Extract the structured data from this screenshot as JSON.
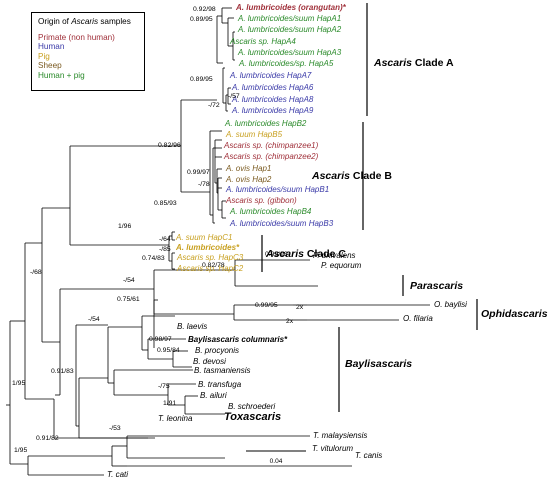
{
  "legend": {
    "title_pre": "Origin of ",
    "title_italic": "Ascaris",
    "title_post": " samples",
    "items": [
      {
        "label": "Primate (non human)",
        "color": "#a0303a"
      },
      {
        "label": "Human",
        "color": "#3a3aa8"
      },
      {
        "label": "Pig",
        "color": "#c8a020"
      },
      {
        "label": "Sheep",
        "color": "#7a5a20"
      },
      {
        "label": "Human + pig",
        "color": "#2a8a2a"
      }
    ]
  },
  "colors": {
    "primate": "#a0303a",
    "human": "#3a3aa8",
    "pig": "#c8a020",
    "sheep": "#7a5a20",
    "human_pig": "#2a8a2a",
    "default": "#000000"
  },
  "taxa": [
    {
      "id": "t_orang",
      "label": "A. lumbricoides (orangutan)*",
      "color": "primate",
      "bold": true
    },
    {
      "id": "t_a1",
      "label": "A. lumbricoides/suum HapA1",
      "color": "human_pig"
    },
    {
      "id": "t_a2",
      "label": "A. lumbricoides/suum HapA2",
      "color": "human_pig"
    },
    {
      "id": "t_a4",
      "label": "Ascaris sp. HapA4",
      "color": "human_pig"
    },
    {
      "id": "t_a3",
      "label": "A. lumbricoides/suum HapA3",
      "color": "human_pig"
    },
    {
      "id": "t_a5",
      "label": "A. lumbricoides/sp. HapA5",
      "color": "human_pig"
    },
    {
      "id": "t_a7",
      "label": "A. lumbricoides HapA7",
      "color": "human"
    },
    {
      "id": "t_a6",
      "label": "A. lumbricoides HapA6",
      "color": "human"
    },
    {
      "id": "t_a8",
      "label": "A. lumbricoides HapA8",
      "color": "human"
    },
    {
      "id": "t_a9",
      "label": "A. lumbricoides HapA9",
      "color": "human"
    },
    {
      "id": "t_b2",
      "label": "A. lumbricoides HapB2",
      "color": "human_pig"
    },
    {
      "id": "t_b5",
      "label": "A. suum HapB5",
      "color": "pig"
    },
    {
      "id": "t_ch1",
      "label": "Ascaris sp. (chimpanzee1)",
      "color": "primate"
    },
    {
      "id": "t_ch2",
      "label": "Ascaris sp. (chimpanzee2)",
      "color": "primate"
    },
    {
      "id": "t_ov1",
      "label": "A. ovis Hap1",
      "color": "sheep"
    },
    {
      "id": "t_ov2",
      "label": "A. ovis Hap2",
      "color": "sheep"
    },
    {
      "id": "t_b1",
      "label": "A. lumbricoides/suum HapB1",
      "color": "human"
    },
    {
      "id": "t_gib",
      "label": "Ascaris sp. (gibbon)",
      "color": "primate"
    },
    {
      "id": "t_b4",
      "label": "A. lumbricoides HapB4",
      "color": "human_pig"
    },
    {
      "id": "t_b3",
      "label": "A. lumbricoides/suum HapB3",
      "color": "human"
    },
    {
      "id": "t_c1",
      "label": "A. suum HapC1",
      "color": "pig"
    },
    {
      "id": "t_lumstar",
      "label": "A. lumbricoides*",
      "color": "pig",
      "bold": true
    },
    {
      "id": "t_c3",
      "label": "Ascaris sp. HapC3",
      "color": "pig"
    },
    {
      "id": "t_c2",
      "label": "Ascaris sp. HapC2",
      "color": "pig"
    },
    {
      "id": "t_puni",
      "label": "P. univalens",
      "color": "default"
    },
    {
      "id": "t_peq",
      "label": "P. equorum",
      "color": "default"
    },
    {
      "id": "t_obay",
      "label": "O. baylisi",
      "color": "default"
    },
    {
      "id": "t_ofil",
      "label": "O. filaria",
      "color": "default"
    },
    {
      "id": "t_blae",
      "label": "B. laevis",
      "color": "default"
    },
    {
      "id": "t_bcol",
      "label": "Baylisascaris columnaris*",
      "color": "default",
      "bold": true
    },
    {
      "id": "t_bpro",
      "label": "B. procyonis",
      "color": "default"
    },
    {
      "id": "t_bdev",
      "label": "B. devosi",
      "color": "default"
    },
    {
      "id": "t_btas",
      "label": "B. tasmaniensis",
      "color": "default"
    },
    {
      "id": "t_btra",
      "label": "B. transfuga",
      "color": "default"
    },
    {
      "id": "t_bail",
      "label": "B. ailuri",
      "color": "default"
    },
    {
      "id": "t_bsch",
      "label": "B. schroederi",
      "color": "default"
    },
    {
      "id": "t_tleo",
      "label": "T. leonina",
      "color": "default"
    },
    {
      "id": "t_tmal",
      "label": "T. malaysiensis",
      "color": "default"
    },
    {
      "id": "t_tvit",
      "label": "T. vitulorum",
      "color": "default"
    },
    {
      "id": "t_tcan",
      "label": "T. canis",
      "color": "default"
    },
    {
      "id": "t_tcat",
      "label": "T. cati",
      "color": "default"
    }
  ],
  "support": [
    {
      "id": "s_092",
      "label": "0.92/98"
    },
    {
      "id": "s_089_a",
      "label": "0.89/95"
    },
    {
      "id": "s_089_b",
      "label": "0.89/95"
    },
    {
      "id": "s_57",
      "label": "-/57"
    },
    {
      "id": "s_72",
      "label": "-/72"
    },
    {
      "id": "s_082_96",
      "label": "0.82/96"
    },
    {
      "id": "s_099_97",
      "label": "0.99/97"
    },
    {
      "id": "s_78",
      "label": "-/78"
    },
    {
      "id": "s_085",
      "label": "0.85/93"
    },
    {
      "id": "s_196",
      "label": "1/96"
    },
    {
      "id": "s_64",
      "label": "-/64"
    },
    {
      "id": "s_85",
      "label": "-/85"
    },
    {
      "id": "s_074",
      "label": "0.74/83"
    },
    {
      "id": "s_099_96",
      "label": "0.99/96"
    },
    {
      "id": "s_082_78",
      "label": "0.82/78"
    },
    {
      "id": "s_099_95",
      "label": "0.99/95"
    },
    {
      "id": "s_54a",
      "label": "-/54"
    },
    {
      "id": "s_075",
      "label": "0.75/61"
    },
    {
      "id": "s_54b",
      "label": "-/54"
    },
    {
      "id": "s_098",
      "label": "0.98/97"
    },
    {
      "id": "s_095",
      "label": "0.95/84"
    },
    {
      "id": "s_091_83",
      "label": "0.91/83"
    },
    {
      "id": "s_75",
      "label": "-/75"
    },
    {
      "id": "s_191",
      "label": "1/91"
    },
    {
      "id": "s_68",
      "label": "-/68"
    },
    {
      "id": "s_195a",
      "label": "1/95"
    },
    {
      "id": "s_53",
      "label": "-/53"
    },
    {
      "id": "s_091_82",
      "label": "0.91/82"
    },
    {
      "id": "s_195b",
      "label": "1/95"
    },
    {
      "id": "s_2x_a",
      "label": "2x"
    },
    {
      "id": "s_2x_b",
      "label": "2x"
    }
  ],
  "clades": [
    {
      "id": "c_a",
      "label": "Ascaris Clade A",
      "italic": "Ascaris",
      "rest": " Clade A"
    },
    {
      "id": "c_b",
      "label": "Ascaris Clade B",
      "italic": "Ascaris",
      "rest": " Clade B"
    },
    {
      "id": "c_c",
      "label": "Ascaris Clade C",
      "italic": "Ascaris",
      "rest": " Clade C"
    },
    {
      "id": "c_para",
      "label": "Parascaris",
      "italic": "Parascaris",
      "rest": ""
    },
    {
      "id": "c_ophi",
      "label": "Ophidascaris",
      "italic": "Ophidascaris",
      "rest": ""
    },
    {
      "id": "c_bay",
      "label": "Baylisascaris",
      "italic": "Baylisascaris",
      "rest": ""
    },
    {
      "id": "c_tox",
      "label": "Toxascaris",
      "italic": "Toxascaris",
      "rest": ""
    }
  ],
  "scale_label": "0.04"
}
